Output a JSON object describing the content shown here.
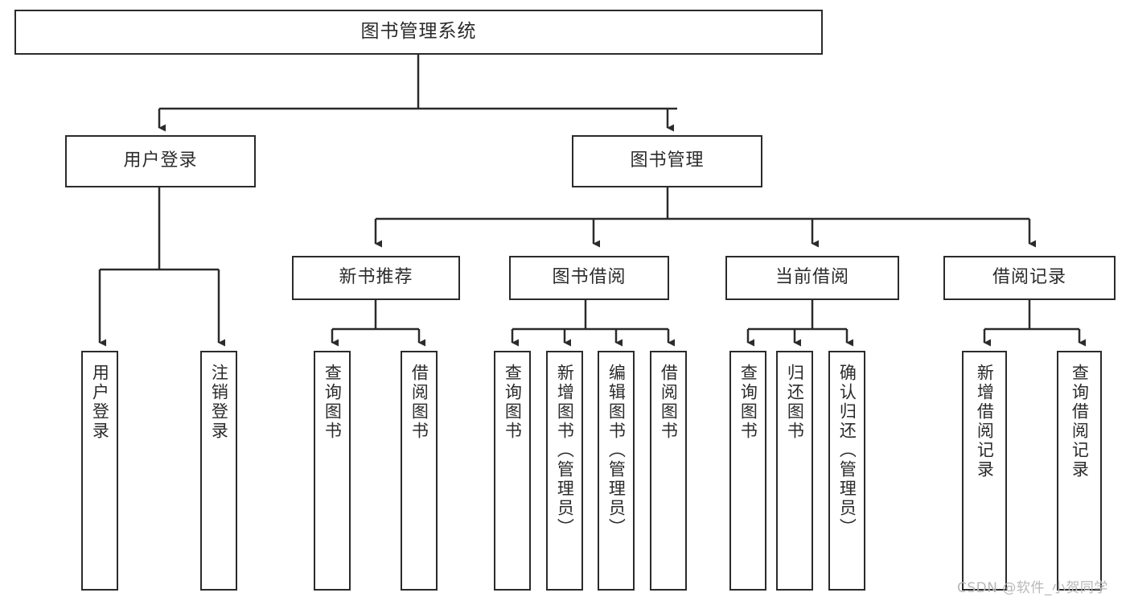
{
  "diagram": {
    "title": "图书管理系统",
    "type": "tree-hierarchy-chart",
    "orientation": "top-down",
    "stroke_color": "#2b2b2b",
    "fill_color": "#ffffff",
    "watermark": "CSDN @软件_小贺同学",
    "levels": {
      "root": {
        "label": "图书管理系统"
      },
      "level2": [
        {
          "label": "用户登录"
        },
        {
          "label": "图书管理"
        }
      ],
      "level3": [
        {
          "label": "新书推荐"
        },
        {
          "label": "图书借阅"
        },
        {
          "label": "当前借阅"
        },
        {
          "label": "借阅记录"
        }
      ],
      "leaves": {
        "user_login": [
          {
            "label": "用户登录"
          },
          {
            "label": "注销登录"
          }
        ],
        "new_book_recommend": [
          {
            "label": "查询图书"
          },
          {
            "label": "借阅图书"
          }
        ],
        "book_borrow": [
          {
            "label": "查询图书"
          },
          {
            "label": "新增图书（管理员）"
          },
          {
            "label": "编辑图书（管理员）"
          },
          {
            "label": "借阅图书"
          }
        ],
        "current_borrow": [
          {
            "label": "查询图书"
          },
          {
            "label": "归还图书"
          },
          {
            "label": "确认归还（管理员）"
          }
        ],
        "borrow_record": [
          {
            "label": "新增借阅记录"
          },
          {
            "label": "查询借阅记录"
          }
        ]
      }
    }
  }
}
